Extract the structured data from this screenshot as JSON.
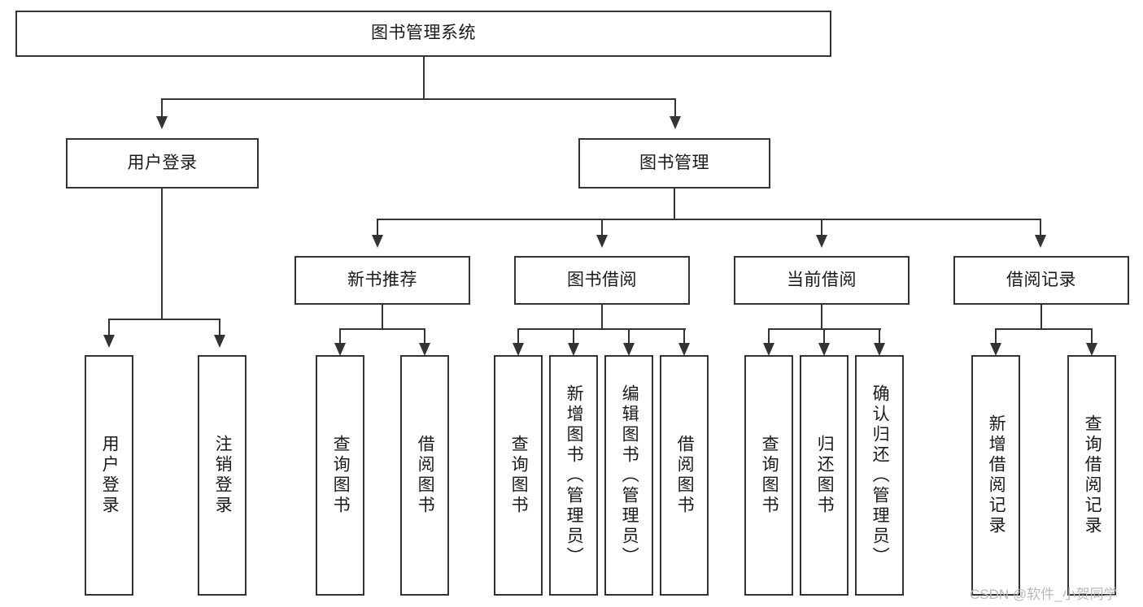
{
  "diagram": {
    "type": "tree-hierarchy-chart",
    "root": {
      "label": "图书管理系统"
    },
    "level2": [
      {
        "label": "用户登录"
      },
      {
        "label": "图书管理"
      }
    ],
    "level3": [
      {
        "label": "新书推荐"
      },
      {
        "label": "图书借阅"
      },
      {
        "label": "当前借阅"
      },
      {
        "label": "借阅记录"
      }
    ],
    "leaves": {
      "user_login": [
        {
          "label": "用户登录"
        },
        {
          "label": "注销登录"
        }
      ],
      "new_book_recommend": [
        {
          "label": "查询图书"
        },
        {
          "label": "借阅图书"
        }
      ],
      "book_borrow": [
        {
          "label": "查询图书"
        },
        {
          "label": "新增图书（管理员）"
        },
        {
          "label": "编辑图书（管理员）"
        },
        {
          "label": "借阅图书"
        }
      ],
      "current_borrow": [
        {
          "label": "查询图书"
        },
        {
          "label": "归还图书"
        },
        {
          "label": "确认归还（管理员）"
        }
      ],
      "borrow_record": [
        {
          "label": "新增借阅记录"
        },
        {
          "label": "查询借阅记录"
        }
      ]
    }
  },
  "watermark": {
    "text": "CSDN @软件_小贺同学"
  },
  "colors": {
    "stroke": "#333333",
    "background": "#ffffff",
    "text": "#1a1a1a",
    "watermark": "#b9b9b9"
  }
}
